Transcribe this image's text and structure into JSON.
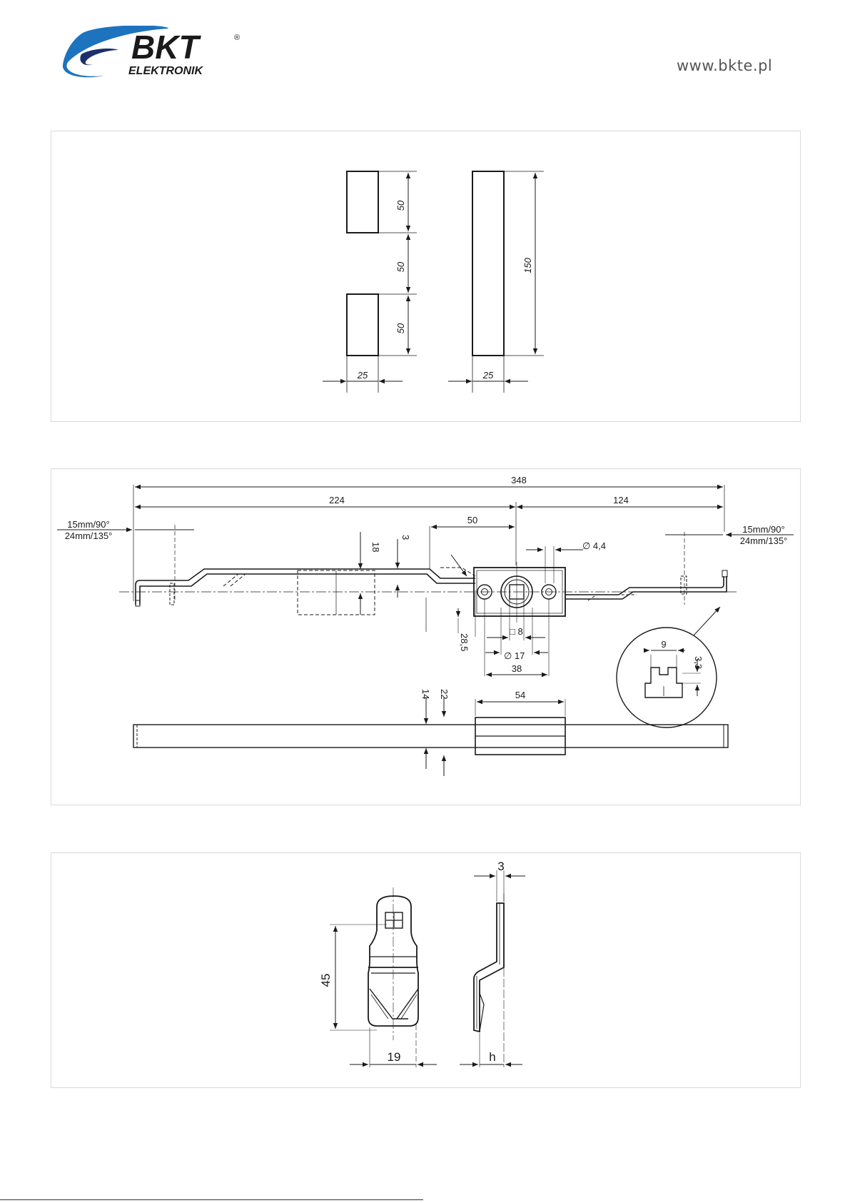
{
  "header": {
    "brand": "BKT",
    "brand_sub": "ELEKTRONIK",
    "registered": "®",
    "website": "www.bkte.pl",
    "brand_color": "#1e73be",
    "brand_dark": "#1b2f6b"
  },
  "drawing1": {
    "dims": {
      "height_top": "50",
      "gap": "50",
      "height_bottom": "50",
      "total_height": "150",
      "width_left": "25",
      "width_right": "25"
    }
  },
  "drawing2": {
    "dims": {
      "overall": "348",
      "left": "224",
      "right": "124",
      "center_offset": "50",
      "hole": "∅ 4,4",
      "height_18": "18",
      "height_3": "3",
      "height_28_5": "28,5",
      "square": "□ 8",
      "diameter": "∅ 17",
      "hole_spacing": "38",
      "width_14": "14",
      "width_22": "22",
      "housing": "54",
      "detail_9": "9",
      "detail_3_3": "3,3"
    },
    "notes": {
      "left_line1": "15mm/90°",
      "left_line2": "24mm/135°",
      "right_line1": "15mm/90°",
      "right_line2": "24mm/135°"
    }
  },
  "drawing3": {
    "dims": {
      "thickness": "3",
      "height": "45",
      "width": "19",
      "offset": "h"
    }
  }
}
